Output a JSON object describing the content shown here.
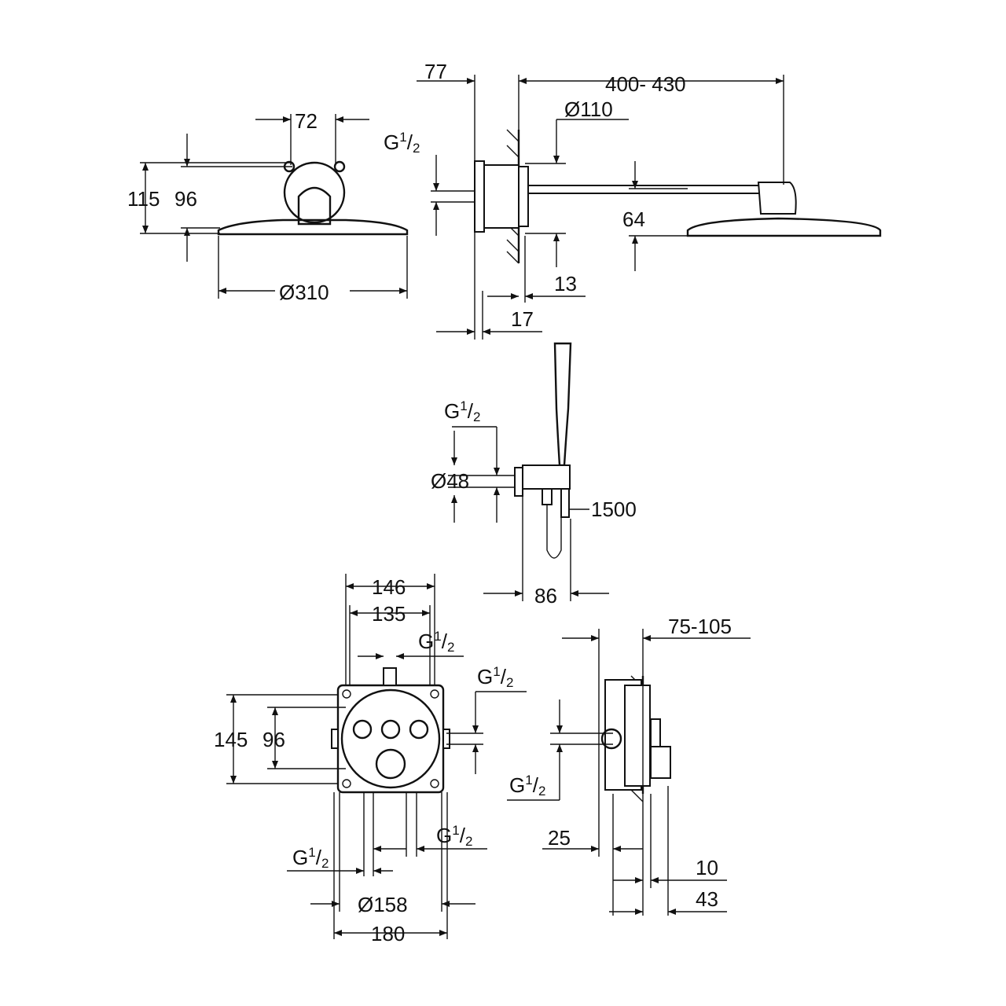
{
  "title": "Shower system dimension drawing",
  "thread": {
    "g": "G",
    "num": "1",
    "slash": "/",
    "den": "2"
  },
  "head_front": {
    "width_top": "72",
    "height_total": "115",
    "height_body": "96",
    "diameter": "Ø310"
  },
  "head_side": {
    "wall_offset": "77",
    "arm_length": "400- 430",
    "rose_diameter": "Ø110",
    "drop": "64",
    "rose_depth": "13",
    "plate_depth": "17"
  },
  "hand_shower": {
    "outlet_diameter": "Ø48",
    "hose_length": "1500",
    "projection": "86"
  },
  "thermostat_front": {
    "width_outer": "146",
    "width_inner": "135",
    "height_outer": "145",
    "height_inner": "96",
    "plate_diameter": "Ø158",
    "box_width": "180"
  },
  "thermostat_side": {
    "install_depth": "75-105",
    "offset": "25",
    "plate": "10",
    "knob": "43"
  },
  "colors": {
    "line": "#111111",
    "background": "#ffffff"
  }
}
